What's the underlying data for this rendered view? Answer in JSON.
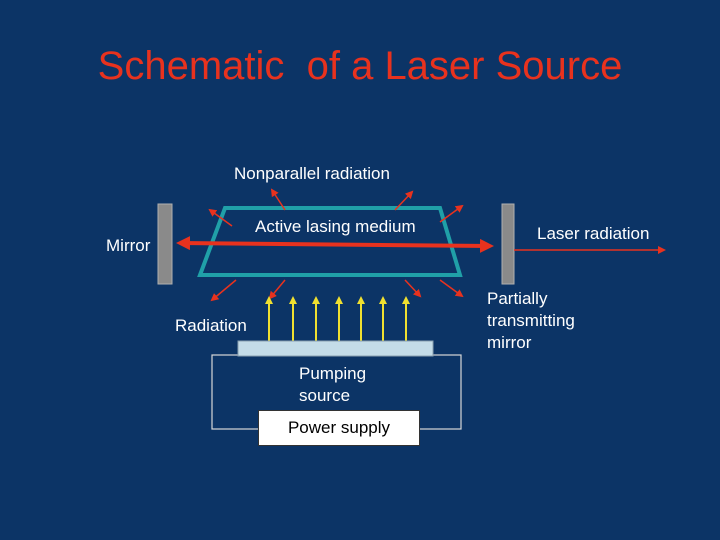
{
  "title": "Schematic  of a Laser Source",
  "labels": {
    "nonparallel_radiation": "Nonparallel radiation",
    "active_lasing_medium": "Active lasing medium",
    "mirror": "Mirror",
    "laser_radiation": "Laser radiation",
    "partially_line1": "Partially",
    "partially_line2": "transmitting",
    "partially_line3": "mirror",
    "radiation": "Radiation",
    "pumping_line1": "Pumping",
    "pumping_line2": "source",
    "power_supply": "Power supply"
  },
  "colors": {
    "background": "#0c3466",
    "title": "#e8321e",
    "arrows": "#e8321e",
    "medium_outline": "#20a0a8",
    "mirror": "#8a8a8a",
    "pump_arrows": "#f0e030",
    "pump_block": "#c4dce8"
  }
}
